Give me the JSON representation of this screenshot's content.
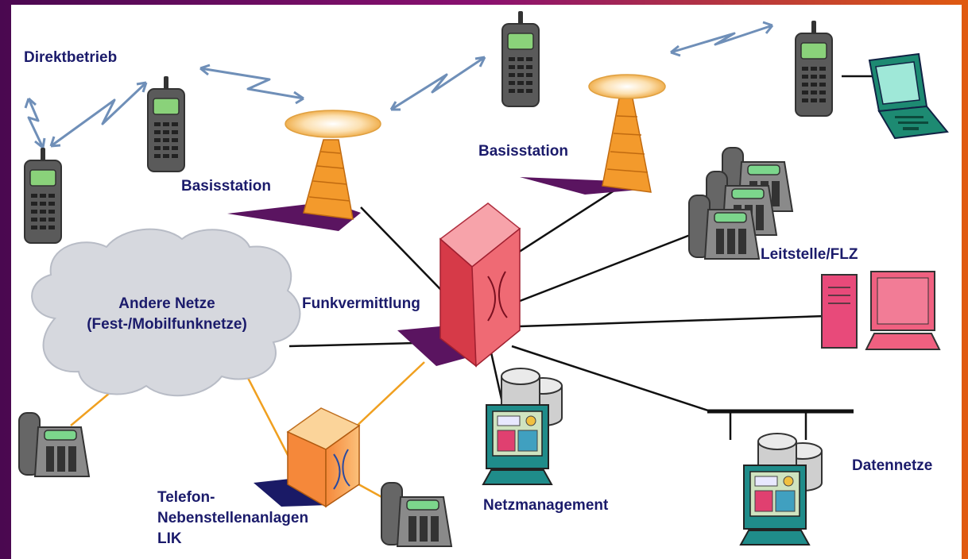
{
  "labels": {
    "direct_mode": "Direktbetrieb",
    "base_station_left": "Basisstation",
    "base_station_right": "Basisstation",
    "control_center": "Leitstelle/FLZ",
    "other_networks_line1": "Andere Netze",
    "other_networks_line2": "(Fest-/Mobilfunknetze)",
    "radio_switch": "Funkvermittlung",
    "pbx_line1": "Telefon-",
    "pbx_line2": "Nebenstellenanlagen",
    "pbx_line3": "LIK",
    "network_management": "Netzmanagement",
    "data_networks": "Datennetze"
  },
  "colors": {
    "label_text": "#1b1b6b",
    "link_black": "#111111",
    "link_orange": "#f0a020",
    "radio_link": "#6f8fb8",
    "switch_body": "#e8505a",
    "switch_top": "#f7a3aa",
    "pbx_body": "#f39a4e",
    "tower": "#f39a2c",
    "tower_base": "#5a1460",
    "terminal_screen": "#69d085",
    "laptop": "#1d8a72"
  },
  "icons": {
    "handset": "mobile-phone-icon",
    "tower": "base-station-tower-icon",
    "switch": "radio-switch-icon",
    "pbx": "pbx-switch-icon",
    "cloud": "network-cloud-icon",
    "desk_phone": "desk-telephone-icon",
    "laptop": "laptop-icon",
    "workstation": "workstation-icon",
    "database": "database-icon"
  }
}
